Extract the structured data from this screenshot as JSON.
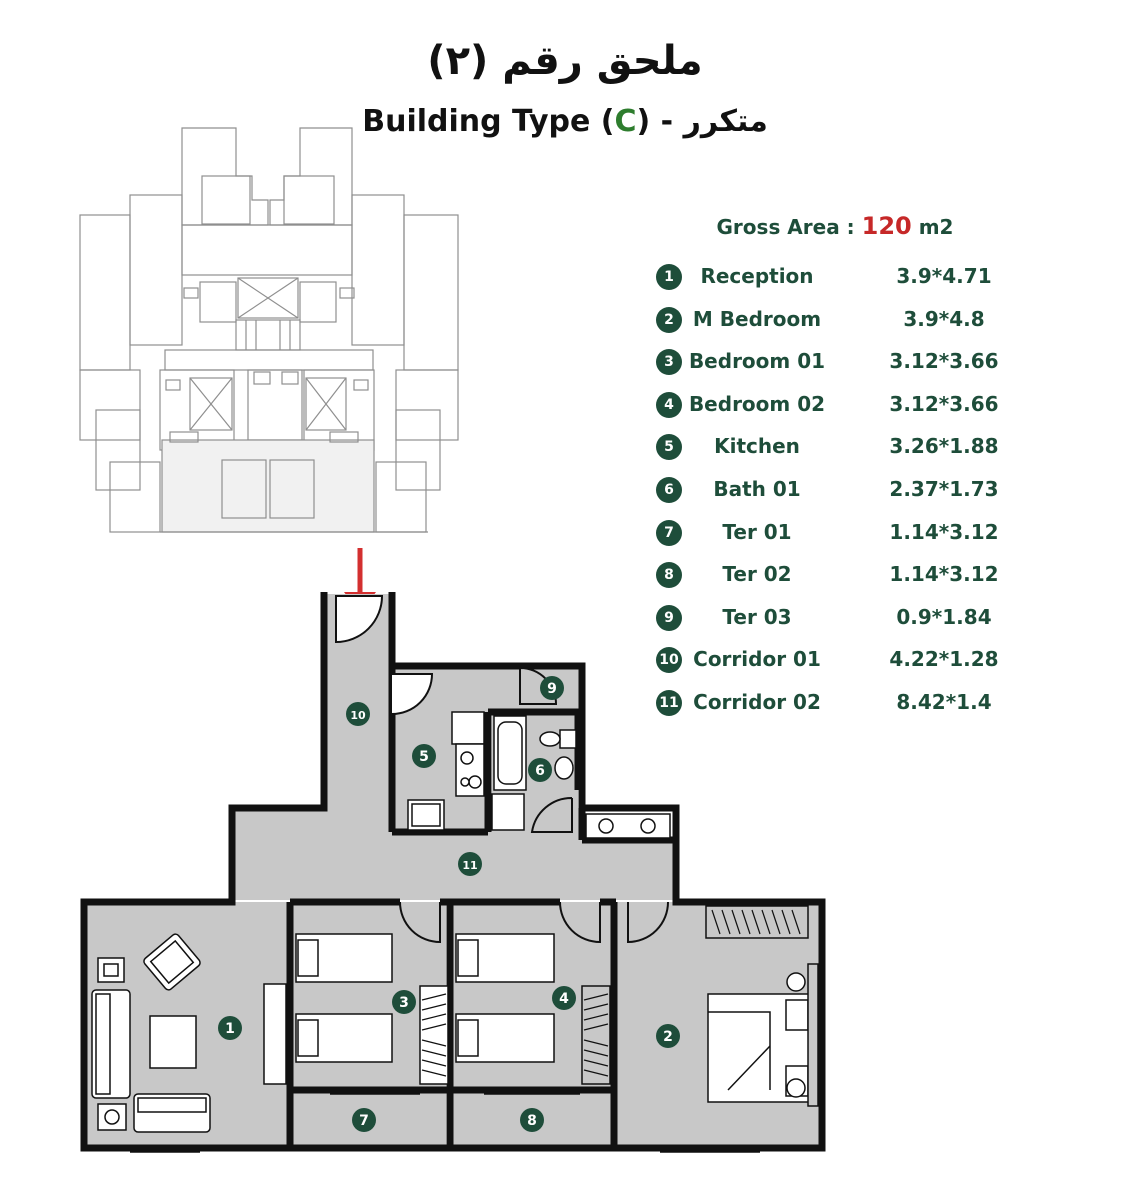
{
  "header": {
    "title_ar": "ملحق رقم (٢)",
    "subtitle_prefix": "Building Type (",
    "subtitle_letter": "C",
    "subtitle_suffix": ") - متكرر"
  },
  "gross_area": {
    "label": "Gross Area : ",
    "value": "120",
    "unit": " m2"
  },
  "rooms": [
    {
      "number": "1",
      "name": "Reception",
      "dims": "3.9*4.71"
    },
    {
      "number": "2",
      "name": "M Bedroom",
      "dims": "3.9*4.8"
    },
    {
      "number": "3",
      "name": "Bedroom 01",
      "dims": "3.12*3.66"
    },
    {
      "number": "4",
      "name": "Bedroom 02",
      "dims": "3.12*3.66"
    },
    {
      "number": "5",
      "name": "Kitchen",
      "dims": "3.26*1.88"
    },
    {
      "number": "6",
      "name": "Bath 01",
      "dims": "2.37*1.73"
    },
    {
      "number": "7",
      "name": "Ter 01",
      "dims": "1.14*3.12"
    },
    {
      "number": "8",
      "name": "Ter 02",
      "dims": "1.14*3.12"
    },
    {
      "number": "9",
      "name": "Ter 03",
      "dims": "0.9*1.84"
    },
    {
      "number": "10",
      "name": "Corridor 01",
      "dims": "4.22*1.28"
    },
    {
      "number": "11",
      "name": "Corridor 02",
      "dims": "8.42*1.4"
    }
  ],
  "plan_markers": [
    "1",
    "2",
    "3",
    "4",
    "5",
    "6",
    "7",
    "8",
    "9",
    "10",
    "11"
  ],
  "colors": {
    "accent_green": "#2e7d2e",
    "dark_green": "#1e4d3a",
    "area_red": "#c62828",
    "arrow_red": "#d32f2f",
    "floor_gray": "#c8c8c8",
    "wall": "#111111"
  },
  "icons": [
    "entrance-arrow-icon",
    "door-swing-icon",
    "bed-icon",
    "sofa-icon",
    "armchair-icon",
    "table-icon",
    "wardrobe-icon",
    "stove-icon",
    "sink-icon",
    "toilet-icon",
    "bathtub-icon",
    "washer-icon"
  ]
}
